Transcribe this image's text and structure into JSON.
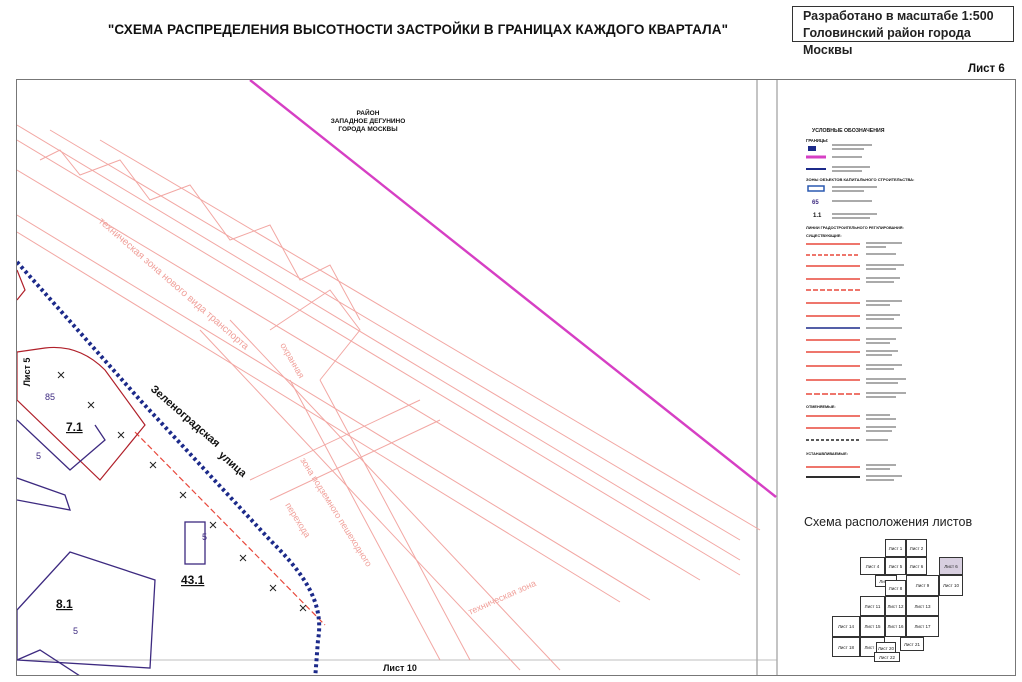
{
  "header": {
    "title": "\"СХЕМА РАСПРЕДЕЛЕНИЯ ВЫСОТНОСТИ ЗАСТРОЙКИ В ГРАНИЦАХ КАЖДОГО КВАРТАЛА\"",
    "scale_line1": "Разработано в масштабе 1:500",
    "scale_line2": "Головинский район города Москвы",
    "sheet": "Лист 6"
  },
  "map": {
    "district_line1": "РАЙОН",
    "district_line2": "ЗАПАДНОЕ ДЕГУНИНО",
    "district_line3": "ГОРОДА МОСКВЫ",
    "street_name1": "Зеленоградская",
    "street_name2": "улица",
    "zone1": "техническая зона нового вида транспорта",
    "zone2": "зона подземного пешеходного",
    "zone3": "перехода",
    "zone4": "техническая зона",
    "zone5": "охранная",
    "neighbor_left": "Лист 5",
    "neighbor_bottom": "Лист 10",
    "quarters": [
      {
        "id": "7.1",
        "height": "85"
      },
      {
        "id": "",
        "height": "5"
      },
      {
        "id": "43.1",
        "height": "5"
      },
      {
        "id": "8.1",
        "height": "5"
      }
    ]
  },
  "legend": {
    "title": "УСЛОВНЫЕ ОБОЗНАЧЕНИЯ",
    "section1": "ГРАНИЦЫ:",
    "section2": "ЗОНЫ ОБЪЕКТОВ КАПИТАЛЬНОГО СТРОИТЕЛЬСТВА:",
    "height_sample": "65",
    "zone_sample": "1.1",
    "section3": "ЛИНИИ ГРАДОСТРОИТЕЛЬНОГО РЕГУЛИРОВАНИЯ:",
    "section4": "СУЩЕСТВУЮЩИЕ:",
    "section5": "ОТМЕНЯЕМЫЕ:",
    "section6": "УСТАНАВЛИВАЕМЫЕ:"
  },
  "sheet_scheme": {
    "title": "Схема расположения листов",
    "cells": [
      "Лист 1",
      "Лист 2",
      "Лист 4",
      "Лист 5",
      "Лист 6",
      "Лист 7",
      "Лист 8",
      "Лист 9",
      "Лист 10",
      "Лист 11",
      "Лист 12",
      "Лист 13",
      "Лист 14",
      "Лист 15",
      "Лист 16",
      "Лист 17",
      "Лист 18",
      "Лист 19",
      "Лист 20",
      "Лист 21",
      "Лист 22"
    ]
  },
  "colors": {
    "red_lines": "#e8483c",
    "pink_lines": "#f2a7a3",
    "magenta_border": "#d63fc4",
    "navy_dots": "#1c2a8a",
    "blue_zone": "#2a58b0",
    "quarter_outline": "#3d2a80",
    "active_sheet": "#d8cfe0"
  }
}
